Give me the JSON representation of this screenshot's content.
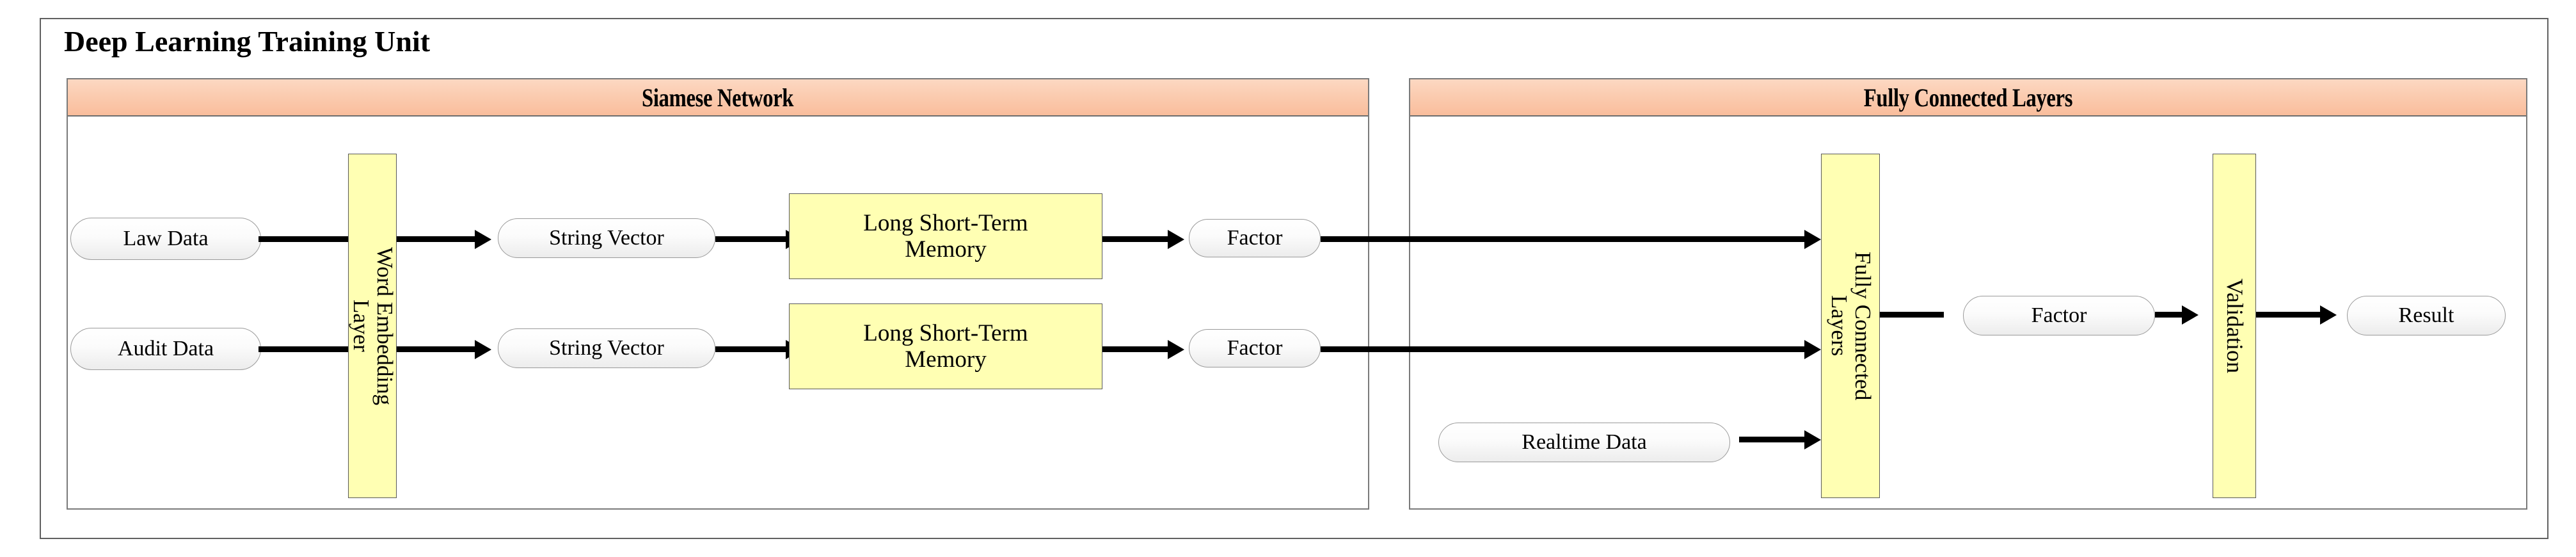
{
  "diagram": {
    "title": "Deep Learning Training Unit",
    "sections": [
      {
        "id": "siamese",
        "label": "Siamese Network"
      },
      {
        "id": "fully_connected",
        "label": "Fully Connected Layers"
      }
    ],
    "nodes": {
      "law_data": "Law Data",
      "audit_data": "Audit Data",
      "word_embedding_layer": "Word Embedding\nLayer",
      "word_embedding_line1": "Word Embedding",
      "word_embedding_line2": "Layer",
      "string_vector_top": "String Vector",
      "string_vector_bottom": "String Vector",
      "lstm_top": "Long Short-Term\nMemory",
      "lstm_bottom": "Long Short-Term\nMemory",
      "factor_top": "Factor",
      "factor_bottom": "Factor",
      "fully_connected_layers_line1": "Fully Connected",
      "fully_connected_layers_line2": "Layers",
      "factor_fc": "Factor",
      "validation": "Validation",
      "result": "Result",
      "realtime_data": "Realtime Data"
    },
    "colors": {
      "section_header_top": "#fcd8c2",
      "section_header_bottom": "#f9bd9c",
      "process_box_fill": "#ffffb3",
      "pill_fill_top": "#ffffff",
      "pill_fill_bottom": "#ececec",
      "edge_color": "#000000",
      "frame_border": "#606060"
    },
    "flow": [
      "Law Data -> Word Embedding Layer",
      "Audit Data -> Word Embedding Layer",
      "Word Embedding Layer -> String Vector (top)",
      "Word Embedding Layer -> String Vector (bottom)",
      "String Vector (top) -> Long Short-Term Memory (top)",
      "String Vector (bottom) -> Long Short-Term Memory (bottom)",
      "Long Short-Term Memory (top) -> Factor (top)",
      "Long Short-Term Memory (bottom) -> Factor (bottom)",
      "Factor (top) -> Fully Connected Layers",
      "Factor (bottom) -> Fully Connected Layers",
      "Realtime Data -> Fully Connected Layers",
      "Fully Connected Layers -> Factor",
      "Factor -> Validation",
      "Validation -> Result"
    ]
  }
}
